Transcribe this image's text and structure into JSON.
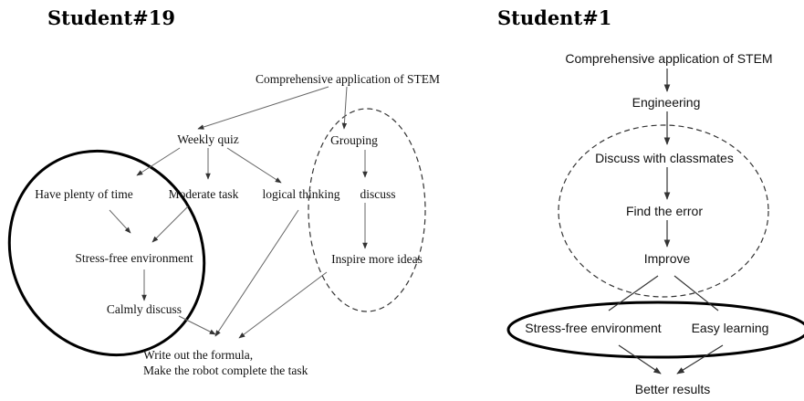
{
  "left": {
    "title": "Student#19",
    "nodes": {
      "stem": "Comprehensive application of STEM",
      "weekly_quiz": "Weekly quiz",
      "grouping": "Grouping",
      "plenty_time": "Have plenty of time",
      "moderate_task": "Moderate task",
      "logical_thinking": "logical thinking",
      "discuss": "discuss",
      "stress_free": "Stress-free environment",
      "inspire": "Inspire more ideas",
      "calmly": "Calmly discuss",
      "formula_line1": "Write out the formula,",
      "formula_line2": "Make the robot complete the task"
    }
  },
  "right": {
    "title": "Student#1",
    "nodes": {
      "stem": "Comprehensive application of STEM",
      "engineering": "Engineering",
      "discuss_classmates": "Discuss with classmates",
      "find_error": "Find the error",
      "improve": "Improve",
      "stress_free": "Stress-free environment",
      "easy_learning": "Easy learning",
      "better_results": "Better results"
    }
  }
}
